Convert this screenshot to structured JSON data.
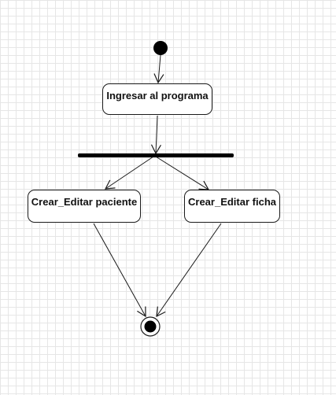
{
  "diagram": {
    "type": "uml-activity",
    "nodes": {
      "ingresar": {
        "label": "Ingresar al programa"
      },
      "paciente": {
        "label": "Crear_Editar paciente"
      },
      "ficha": {
        "label": "Crear_Editar ficha"
      }
    },
    "edges": [
      {
        "from": "initial",
        "to": "ingresar"
      },
      {
        "from": "ingresar",
        "to": "fork"
      },
      {
        "from": "fork",
        "to": "paciente"
      },
      {
        "from": "fork",
        "to": "ficha"
      },
      {
        "from": "paciente",
        "to": "final"
      },
      {
        "from": "ficha",
        "to": "final"
      }
    ]
  },
  "colors": {
    "background": "#ffffff",
    "grid": "#e6e6e6",
    "stroke": "#1a1a1a",
    "fill": "#000000"
  }
}
